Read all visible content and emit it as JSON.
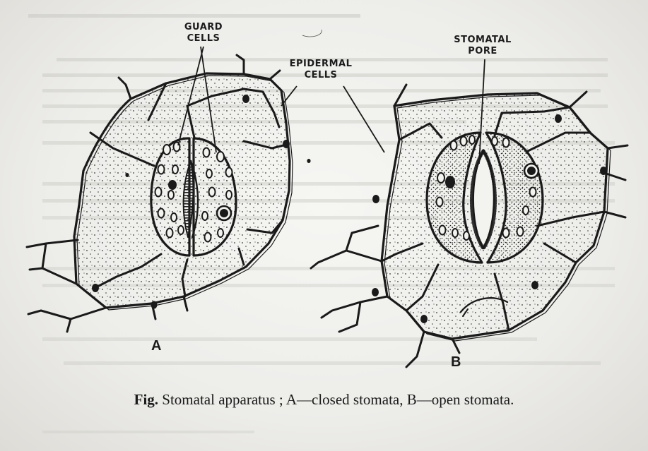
{
  "labels": {
    "guard_cells_line1": "GUARD",
    "guard_cells_line2": "CELLS",
    "epidermal_line1": "EPIDERMAL",
    "epidermal_line2": "CELLS",
    "stomatal_line1": "STOMATAL",
    "stomatal_line2": "PORE"
  },
  "panels": {
    "a": "A",
    "b": "B"
  },
  "caption": {
    "fig": "Fig.",
    "text": "Stomatal apparatus ; A—closed stomata, B—open stomata."
  },
  "colors": {
    "ink": "#1a1a1a",
    "paper": "#efefec"
  }
}
